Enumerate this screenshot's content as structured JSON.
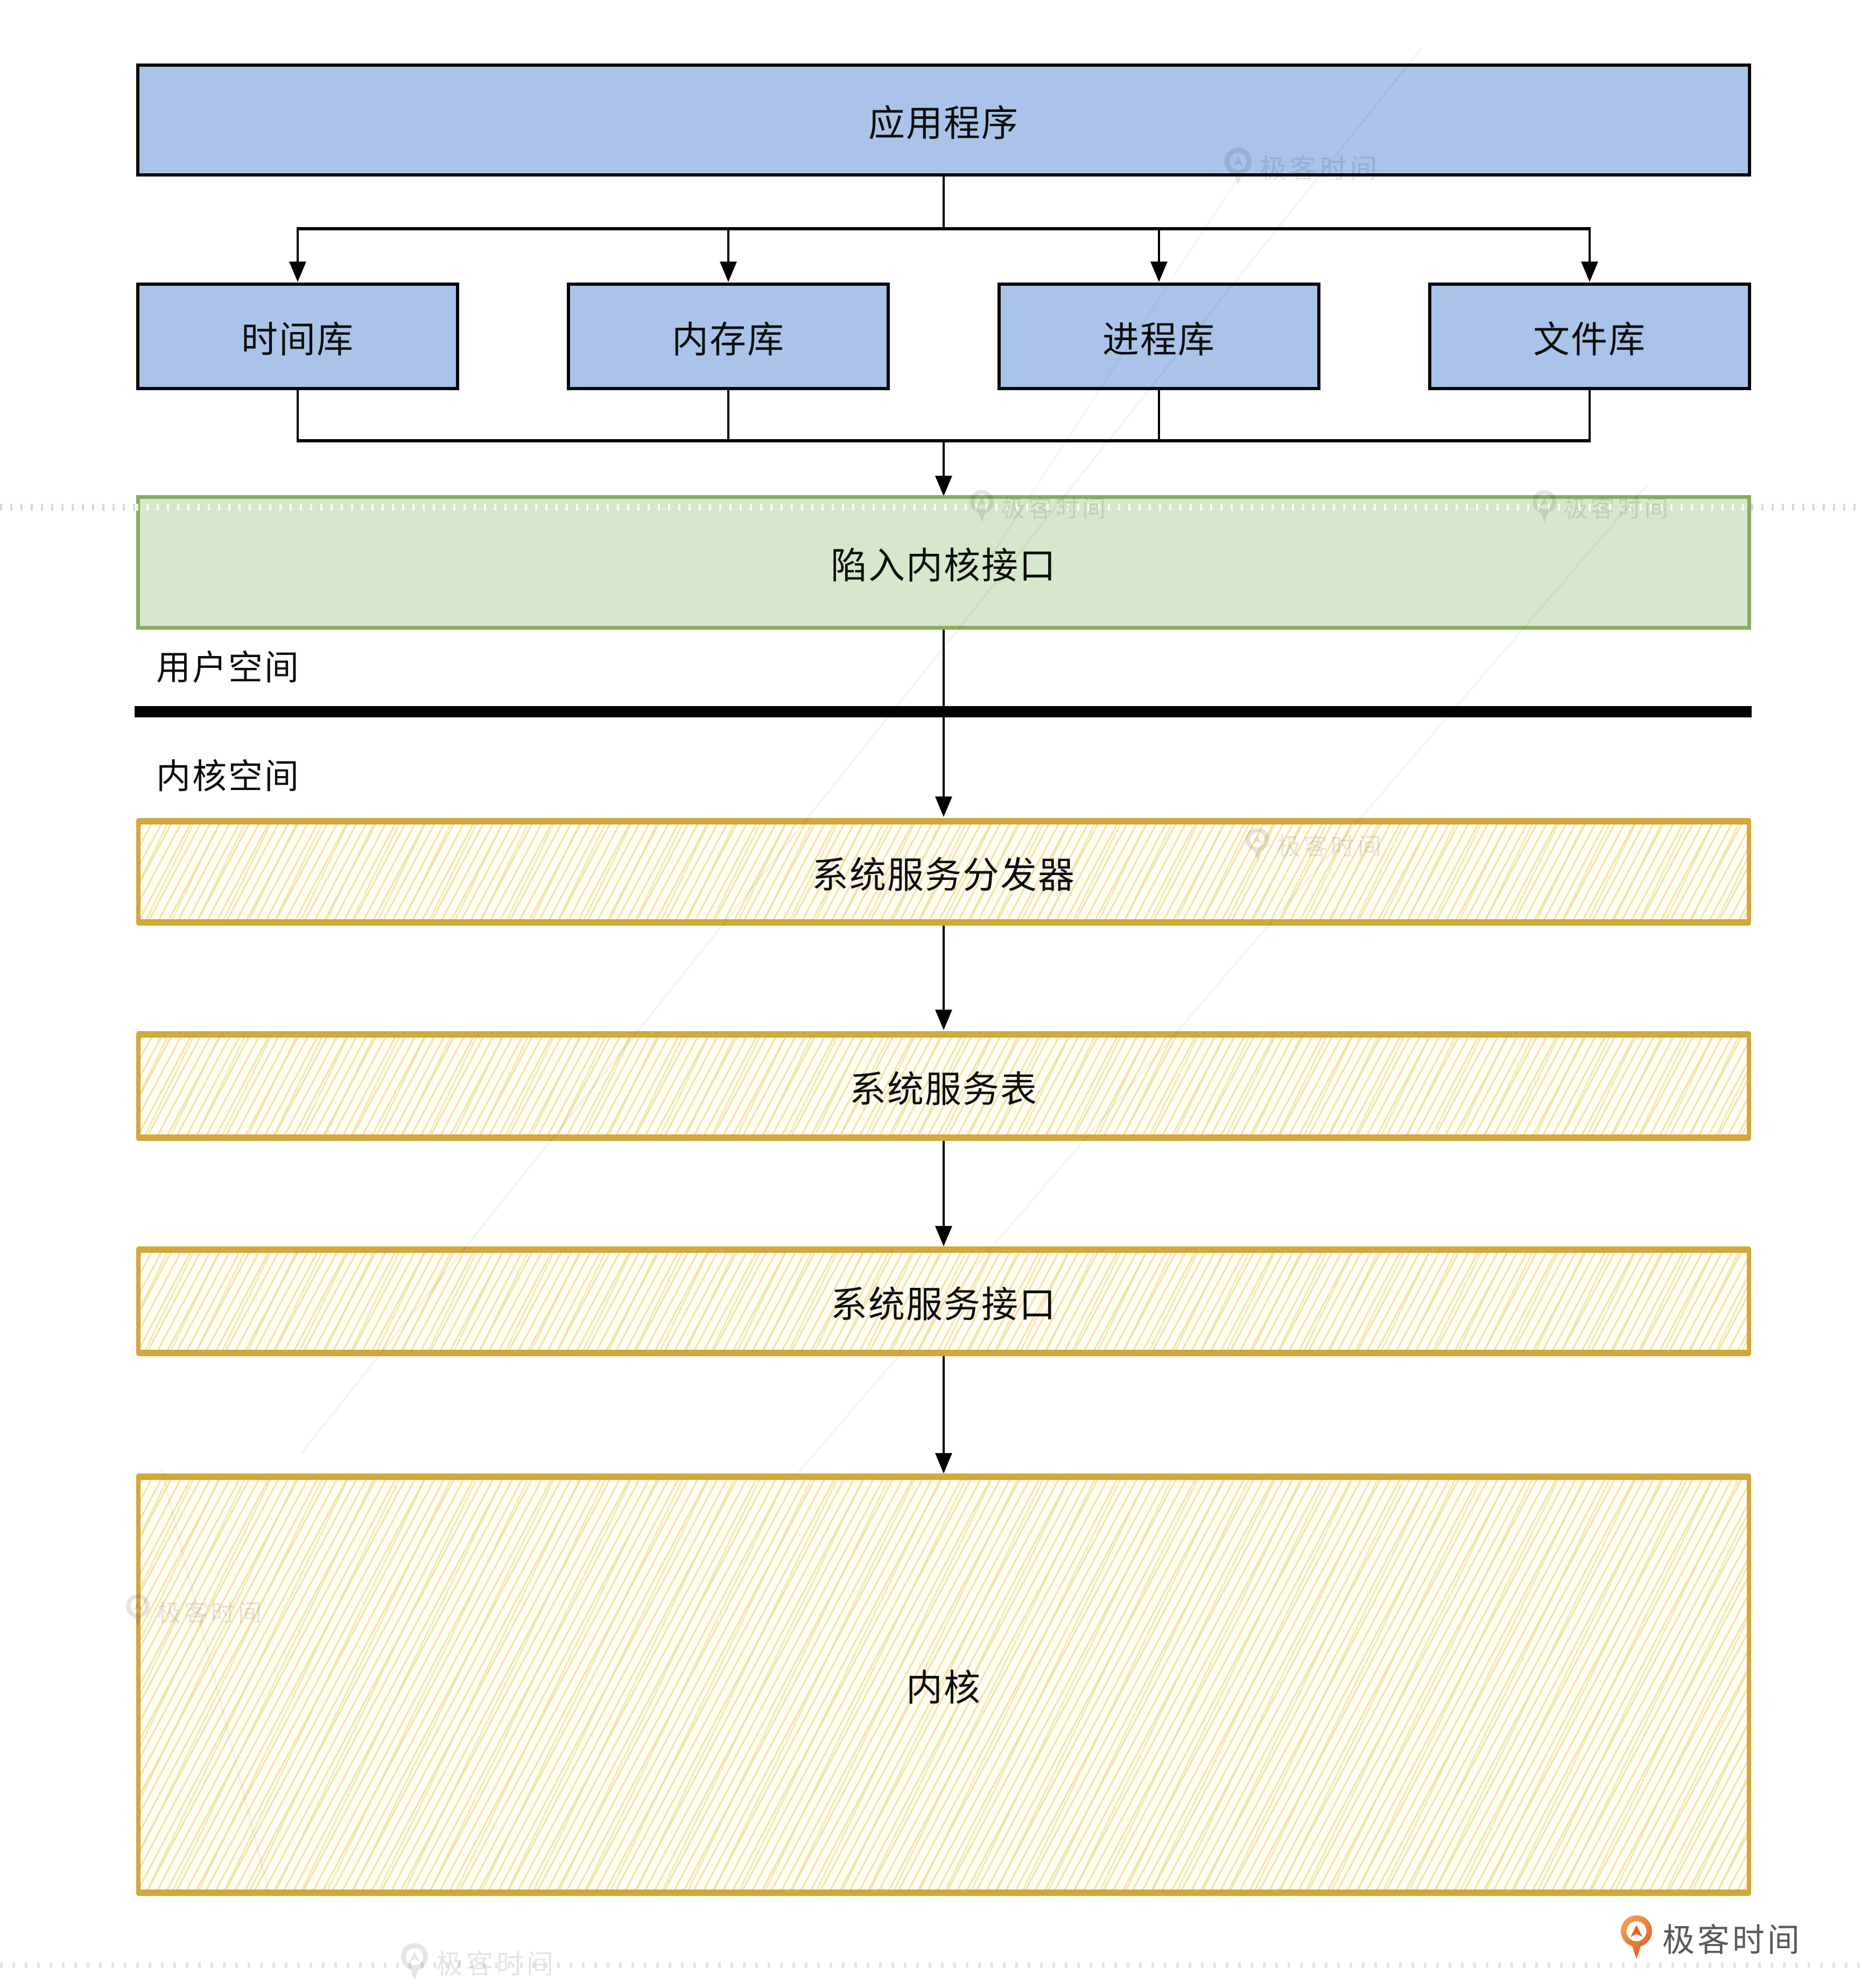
{
  "diagram": {
    "app": "应用程序",
    "libraries": [
      "时间库",
      "内存库",
      "进程库",
      "文件库"
    ],
    "trap": "陷入内核接口",
    "user_space": "用户空间",
    "kernel_space": "内核空间",
    "dispatcher": "系统服务分发器",
    "service_table": "系统服务表",
    "service_interface": "系统服务接口",
    "kernel": "内核"
  },
  "watermark": {
    "text": "极客时间"
  },
  "brand": {
    "text": "极客时间"
  },
  "colors": {
    "library_fill": "#a9c4e8",
    "trap_fill": "#d7e7cb",
    "trap_border": "#87ac5f",
    "kernel_border": "#d3a73c",
    "kernel_hatch": "#f4db94",
    "line": "#000000",
    "brand_orange": "#e2641f",
    "brand_text": "#595959"
  }
}
